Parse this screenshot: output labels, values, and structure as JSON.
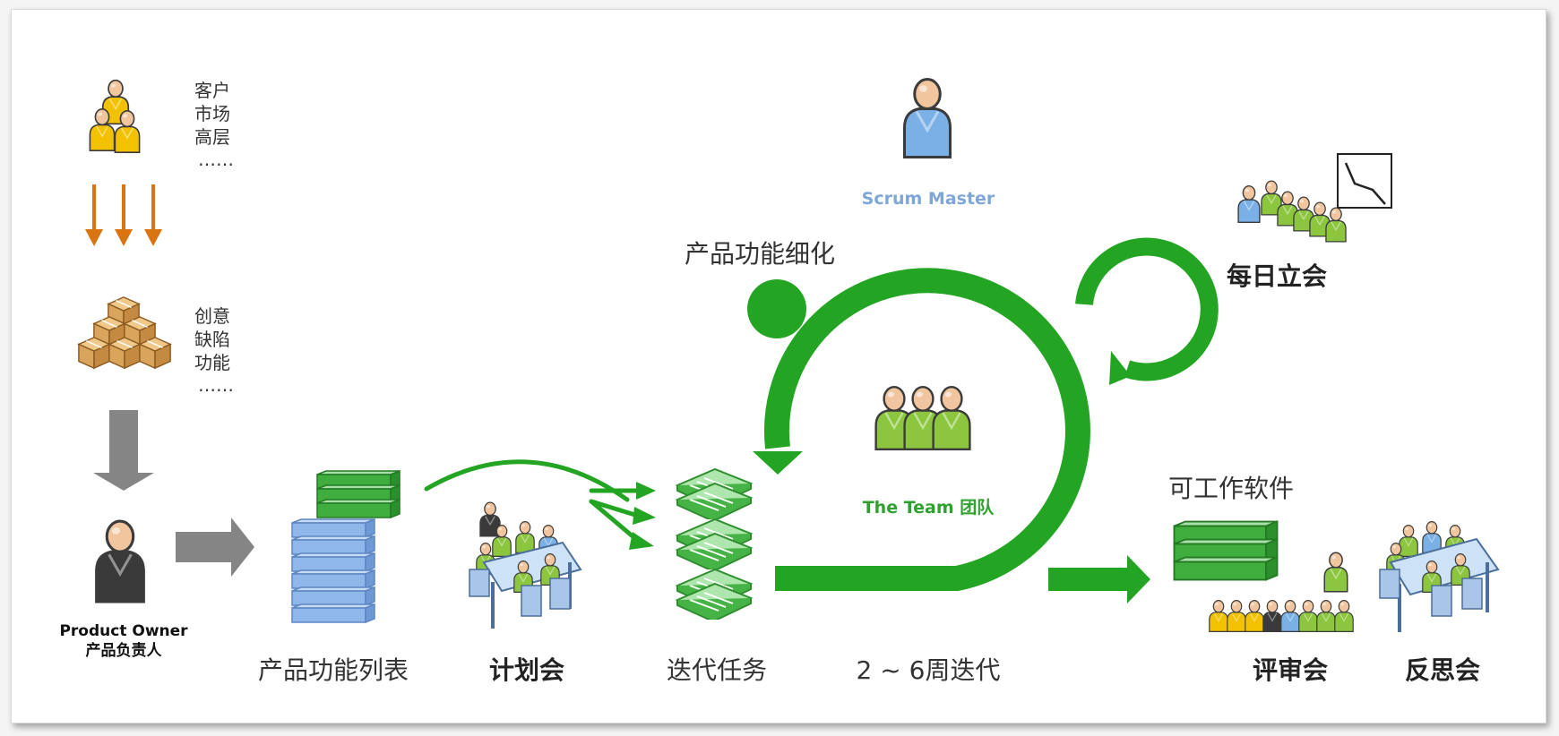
{
  "stakeholders": {
    "lines": [
      "客户",
      "市场",
      "高层",
      "……"
    ]
  },
  "inputs": {
    "lines": [
      "创意",
      "缺陷",
      "功能",
      "……"
    ]
  },
  "product_owner": {
    "title_en": "Product Owner",
    "title_cn": "产品负责人"
  },
  "scrum_master": {
    "label": "Scrum Master"
  },
  "team": {
    "label": "The Team 团队"
  },
  "labels": {
    "backlog": "产品功能列表",
    "planning": "计划会",
    "tasks": "迭代任务",
    "sprint": "2 ~ 6周迭代",
    "refine": "产品功能细化",
    "daily": "每日立会",
    "software": "可工作软件",
    "review": "评审会",
    "retro": "反思会"
  },
  "colors": {
    "cycle_green": "#23a523",
    "arrow_orange": "#d97410",
    "arrow_gray": "#858585",
    "person_yellow": "#f2c100",
    "person_blue": "#7ab0e6",
    "person_green": "#8cc63f",
    "person_black": "#3a3a3a",
    "box_tan": "#d8a25a",
    "stack_blue": "#8fb7ea",
    "stack_green": "#3fae3f"
  }
}
